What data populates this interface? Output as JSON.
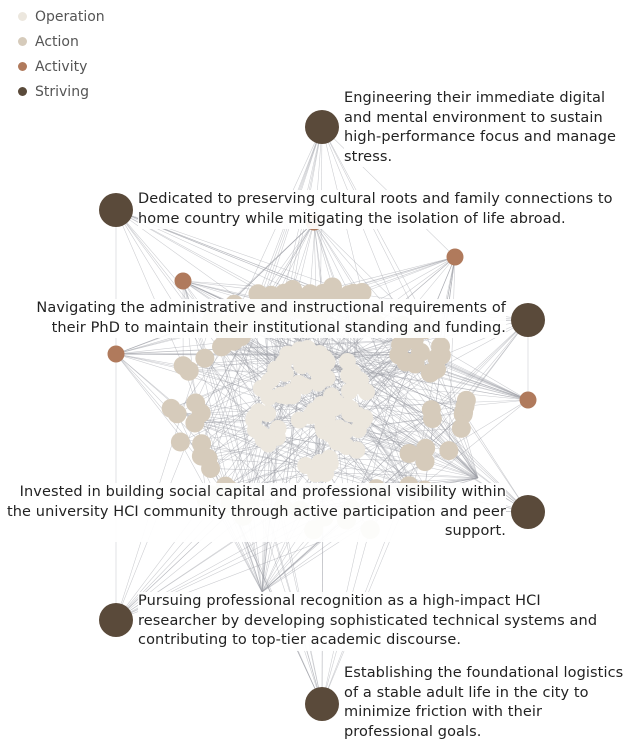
{
  "legend": [
    {
      "label": "Operation",
      "color": "#ece7de"
    },
    {
      "label": "Action",
      "color": "#d6cbbb"
    },
    {
      "label": "Activity",
      "color": "#b07a5c"
    },
    {
      "label": "Striving",
      "color": "#5a4a3a"
    }
  ],
  "colors": {
    "operation": "#ece7de",
    "action": "#d6cbbb",
    "activity": "#b07a5c",
    "striving": "#5a4a3a",
    "edge": "#9fa0a8"
  },
  "strivings": [
    {
      "id": "s1",
      "text": "Engineering their immediate digital and mental environment to sustain high-performance focus and manage stress."
    },
    {
      "id": "s2",
      "text": "Dedicated to preserving cultural roots and family connections to home country while mitigating the isolation of life abroad."
    },
    {
      "id": "s3",
      "text": "Navigating the administrative and instructional requirements of their PhD to maintain their institutional standing and funding."
    },
    {
      "id": "s4",
      "text": "Invested in building social capital and professional visibility within the university HCI community through active participation and peer support."
    },
    {
      "id": "s5",
      "text": "Pursuing professional recognition as a high-impact HCI researcher by developing sophisticated technical systems and contributing to top-tier academic discourse."
    },
    {
      "id": "s6",
      "text": "Establishing the foundational logistics of a stable adult life in the city to minimize friction with their professional goals."
    }
  ]
}
